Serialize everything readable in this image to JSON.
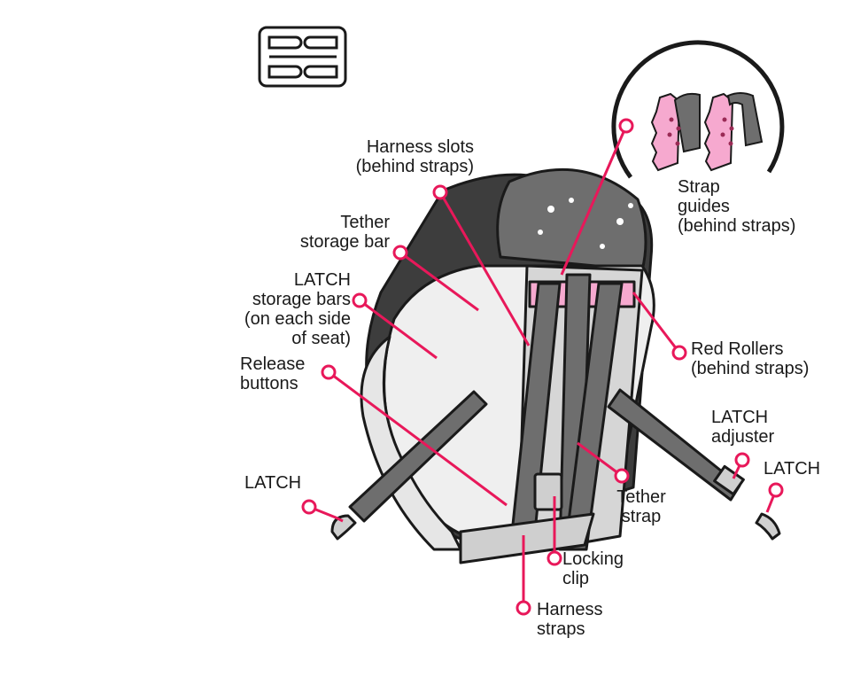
{
  "colors": {
    "callout": "#e8185a",
    "outline": "#1a1a1a",
    "dark_gray": "#3d3d3d",
    "mid_gray": "#6e6e6e",
    "light_gray": "#cfcfcf",
    "pink": "#f6a9cf"
  },
  "icon": "belt-clip-icon",
  "labels": {
    "harness_slots": [
      "Harness slots",
      "(behind straps)"
    ],
    "tether_storage_bar": [
      "Tether",
      "storage bar"
    ],
    "latch_storage_bars": [
      "LATCH",
      "storage bars",
      "(on each side",
      "of seat)"
    ],
    "release_buttons": [
      "Release",
      "buttons"
    ],
    "latch_left": [
      "LATCH"
    ],
    "strap_guides": [
      "Strap",
      "guides",
      "(behind straps)"
    ],
    "red_rollers": [
      "Red Rollers",
      "(behind straps)"
    ],
    "latch_adjuster": [
      "LATCH",
      "adjuster"
    ],
    "latch_right": [
      "LATCH"
    ],
    "tether_strap": [
      "Tether",
      "strap"
    ],
    "locking_clip": [
      "Locking",
      "clip"
    ],
    "harness_straps": [
      "Harness",
      "straps"
    ]
  }
}
